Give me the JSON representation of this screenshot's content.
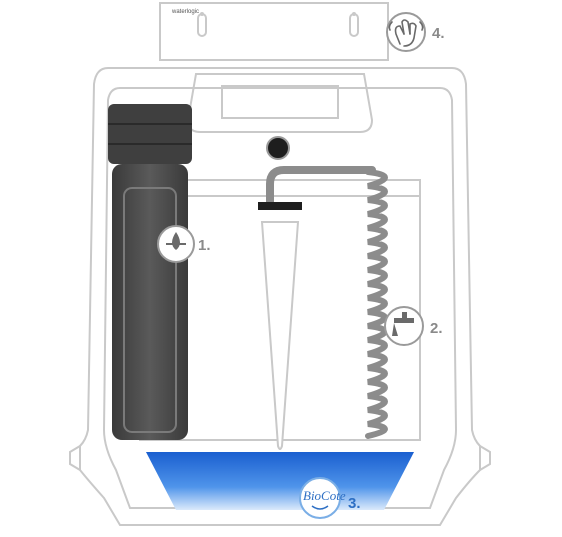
{
  "brand_label": "waterlogic",
  "callouts": [
    {
      "id": "purification-cartridge",
      "number": "1.",
      "icon": "water-drop-icon"
    },
    {
      "id": "cooling-coil",
      "number": "2.",
      "icon": "faucet-icon"
    },
    {
      "id": "biocote-base",
      "number": "3.",
      "icon": "biocote-logo",
      "logo_text": "BioCote"
    },
    {
      "id": "touchless-sensor",
      "number": "4.",
      "icon": "hand-wave-icon"
    }
  ],
  "colors": {
    "outline": "#c9c9c9",
    "cartridge": "#4d4d4d",
    "coil": "#8c8c8c",
    "basin": "#1f6fd6",
    "label": "#8a8a8a"
  }
}
